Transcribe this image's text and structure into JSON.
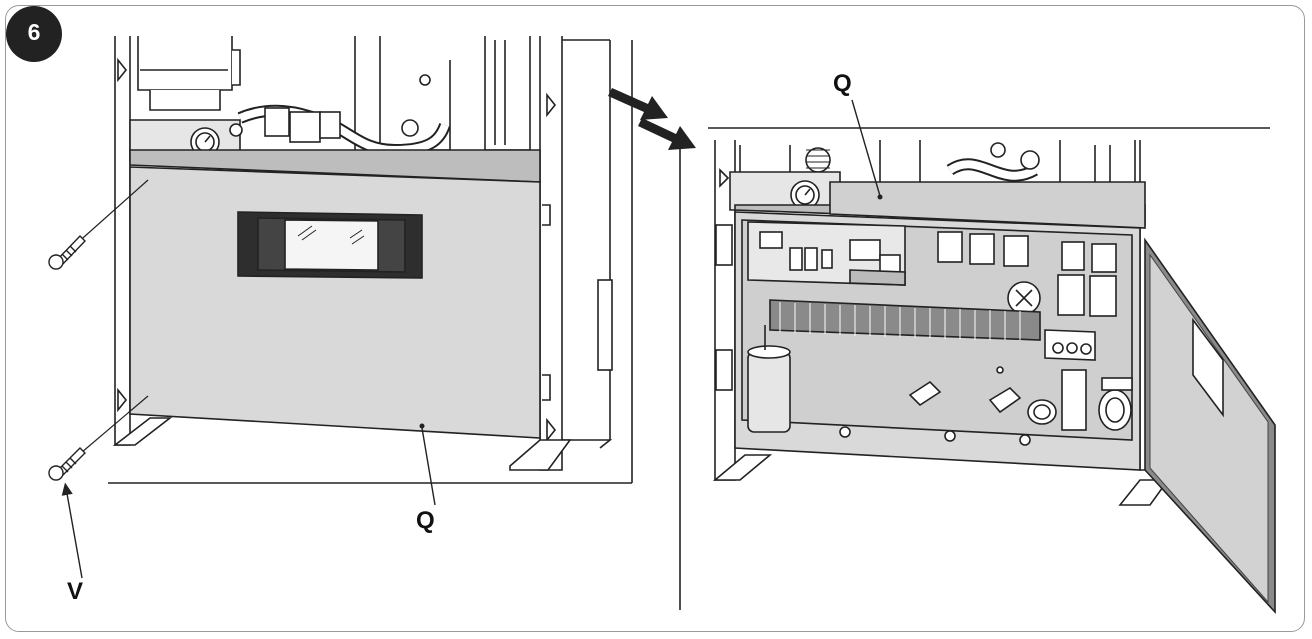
{
  "figure": {
    "step_number": "6",
    "callouts": {
      "cover_left": "Q",
      "cover_right": "Q",
      "screw": "V"
    }
  },
  "colors": {
    "panel_fill": "#d9d9d9",
    "panel_dark": "#8a8a8a",
    "line": "#222222",
    "frame_border": "#9a9a9a",
    "badge": "#222222"
  }
}
